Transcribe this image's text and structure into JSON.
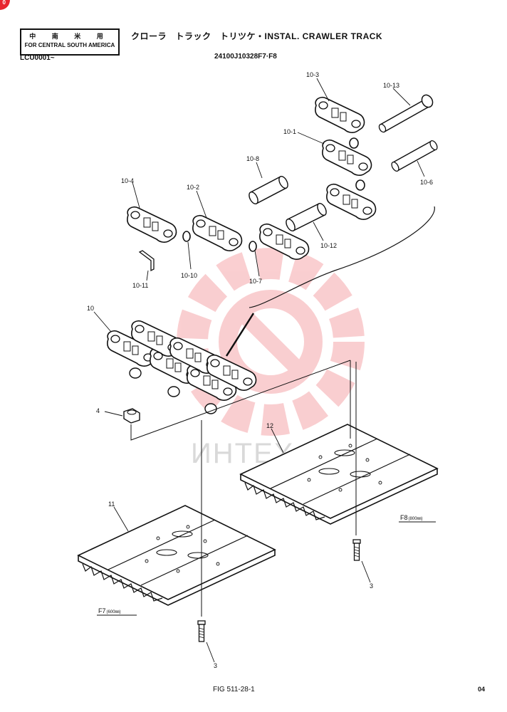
{
  "header": {
    "region_cn": "中 南 米 用",
    "region_en": "FOR CENTRAL SOUTH AMERICA",
    "title": "クローラ　トラック　トリツケ・INSTAL. CRAWLER TRACK",
    "serial": "LCU0001~",
    "part_code": "24100J10328F7·F8"
  },
  "callouts": {
    "c10_3": "10-3",
    "c10_13": "10-13",
    "c10_1": "10-1",
    "c10_8": "10-8",
    "c10_6": "10-6",
    "c10_4": "10-4",
    "c10_2": "10-2",
    "c10_12": "10-12",
    "c10_10": "10-10",
    "c10_7": "10-7",
    "c10_11": "10-11",
    "c10": "10",
    "c4": "4",
    "c12": "12",
    "c11": "11",
    "c3a": "3",
    "c3b": "3"
  },
  "dimensions": {
    "f8": "F8",
    "f8_unit": "(800㎜)",
    "f7": "F7",
    "f7_unit": "(600㎜)"
  },
  "watermark": {
    "text": "ИНТЕХ",
    "color": "#e8252f"
  },
  "footer": {
    "figure": "FIG 511-28-1",
    "page": "04"
  },
  "corner_badge": "0"
}
